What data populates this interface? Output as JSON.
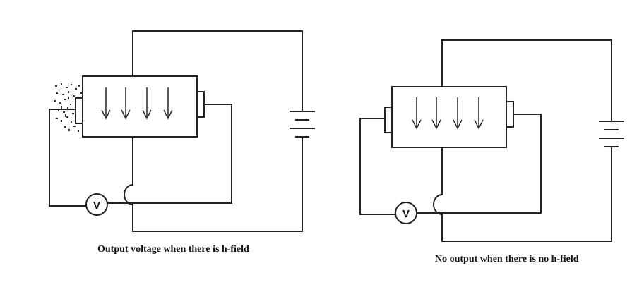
{
  "left_panel": {
    "caption": "Output voltage when there is h-field",
    "meter_label": "V"
  },
  "right_panel": {
    "caption": "No output when there is no h-field",
    "meter_label": "V"
  }
}
